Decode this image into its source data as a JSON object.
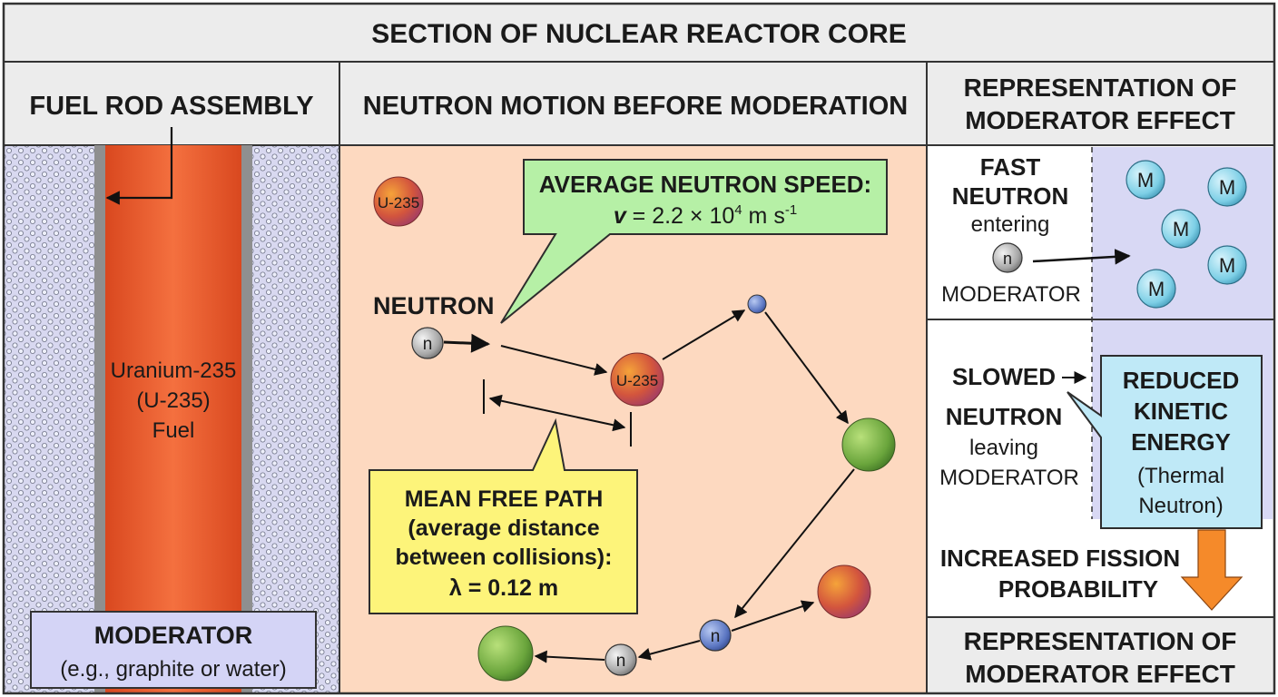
{
  "title": "SECTION OF NUCLEAR REACTOR CORE",
  "left_panel": {
    "header": "FUEL ROD ASSEMBLY",
    "fuel_label": [
      "Uranium-235",
      "(U-235)",
      "Fuel"
    ],
    "moderator_label": "MODERATOR",
    "moderator_sub": "(e.g., graphite or water)"
  },
  "middle_panel": {
    "header": "NEUTRON MOTION BEFORE MODERATION",
    "speed_box": {
      "line1": "AVERAGE NEUTRON SPEED:",
      "var": "v",
      "value": " = 2.2 × 10",
      "exp": "4",
      "unit": " m s",
      "unit_exp": "-1"
    },
    "neutron_label": "NEUTRON",
    "neutron_symbol": "n",
    "nucleus_label": "U-235",
    "mfp_box": [
      "MEAN FREE PATH",
      "(average distance",
      "between collisions):",
      "λ = 0.12 m"
    ]
  },
  "right_panel": {
    "header": [
      "REPRESENTATION OF",
      "MODERATOR EFFECT"
    ],
    "fast_block": [
      "FAST",
      "NEUTRON",
      "entering"
    ],
    "fast_moderator": "MODERATOR",
    "moderator_atom": "M",
    "slowed_block": [
      "SLOWED",
      "NEUTRON",
      "leaving",
      "MODERATOR"
    ],
    "reduced_box": [
      "REDUCED",
      "KINETIC",
      "ENERGY",
      "(Thermal",
      "Neutron)"
    ],
    "fission": [
      "INCREASED FISSION",
      "PROBABILITY"
    ],
    "footer": [
      "REPRESENTATION OF",
      "MODERATOR EFFECT"
    ]
  },
  "colors": {
    "fuel": "#ee5a2f",
    "moderator_bg": "#d8d8f0",
    "middle_bg": "#fdd9c0",
    "speed_box": "#b6f0a6",
    "mfp_box": "#fdf47a",
    "reduced_box": "#bfe9f7",
    "fission_arrow": "#f58a2a",
    "atom_m": "#7dcfe6"
  }
}
